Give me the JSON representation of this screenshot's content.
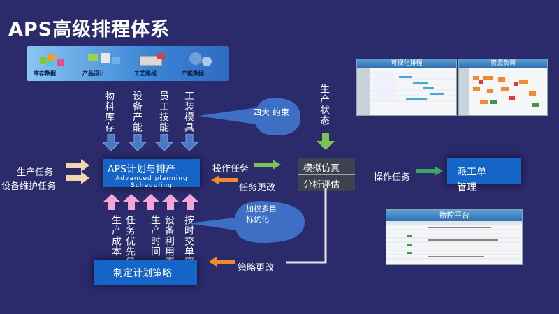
{
  "title": "APS高级排程体系",
  "banner": {
    "items": [
      "库存数据",
      "产品设计",
      "工艺路线",
      "产能数据"
    ]
  },
  "constraints_top": [
    "物料库存",
    "设备产能",
    "员工技能",
    "工装模具"
  ],
  "cloud_top": "四大 约束",
  "status": "生产状态",
  "left_inputs": [
    "生产任务",
    "设备维护任务"
  ],
  "aps_box": {
    "title": "APS计划与排产",
    "subtitle": "Advanced planning Scheduling"
  },
  "op_task": "操作任务",
  "task_change": "任务更改",
  "sim_box": {
    "line1": "模拟仿真",
    "line2": "分析评估"
  },
  "op_task_right": "操作任务",
  "dispatch_box": "派工单 管理",
  "cloud_bottom": "加权多目标优化",
  "objectives_bottom": [
    "生产成本",
    "任务优先级",
    "生产时间",
    "设备利用率",
    "按时交单率"
  ],
  "strategy_box": "制定计划策略",
  "strategy_change": "策略更改",
  "screens": {
    "visual_schedule": "可视化排程",
    "resource_load": "资源负荷",
    "control_platform": "物控平台"
  },
  "colors": {
    "background": "#2b2a6b",
    "blue_box": "#1565c8",
    "arrow_blue": "#4a78c2",
    "arrow_pink": "#f3a6d8",
    "arrow_green": "#7dc254",
    "arrow_orange": "#f08a2e",
    "cloud": "#3d6fc4"
  }
}
